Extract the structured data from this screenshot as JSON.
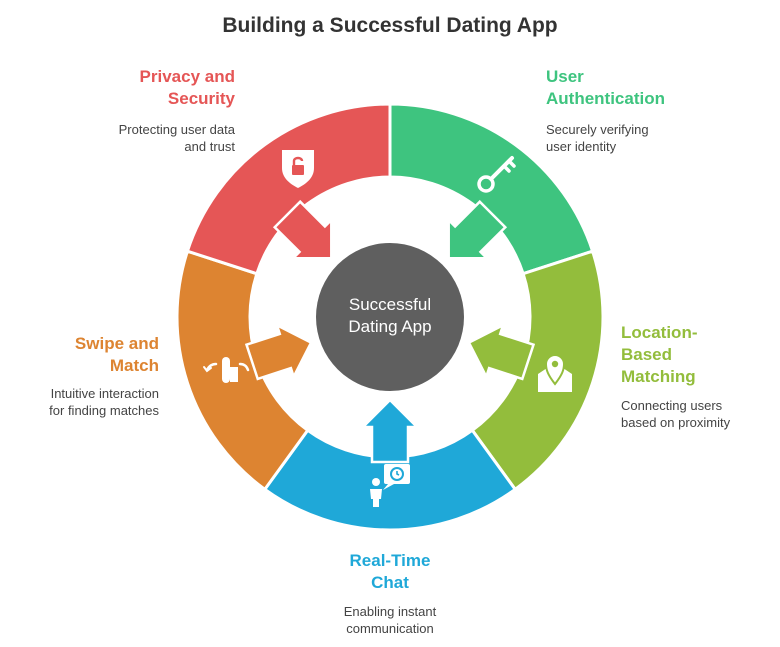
{
  "title": "Building a Successful Dating App",
  "center": {
    "line1": "Successful",
    "line2": "Dating App",
    "color": "#5f5f5f"
  },
  "segments": {
    "privacy": {
      "title1": "Privacy and",
      "title2": "Security",
      "desc1": "Protecting user data",
      "desc2": "and trust",
      "color": "#e55656",
      "icon": "lock-shield-icon"
    },
    "auth": {
      "title1": "User",
      "title2": "Authentication",
      "desc1": "Securely verifying",
      "desc2": "user identity",
      "color": "#3ec47f",
      "icon": "key-icon"
    },
    "location": {
      "title1": "Location-",
      "title2": "Based",
      "title3": "Matching",
      "desc1": "Connecting users",
      "desc2": "based on proximity",
      "color": "#93bd3c",
      "icon": "map-pin-icon"
    },
    "chat": {
      "title1": "Real-Time",
      "title2": "Chat",
      "desc1": "Enabling instant",
      "desc2": "communication",
      "color": "#1fa8d8",
      "icon": "chat-person-icon"
    },
    "swipe": {
      "title1": "Swipe and",
      "title2": "Match",
      "desc1": "Intuitive interaction",
      "desc2": "for finding matches",
      "color": "#dd8431",
      "icon": "swipe-hand-icon"
    }
  }
}
